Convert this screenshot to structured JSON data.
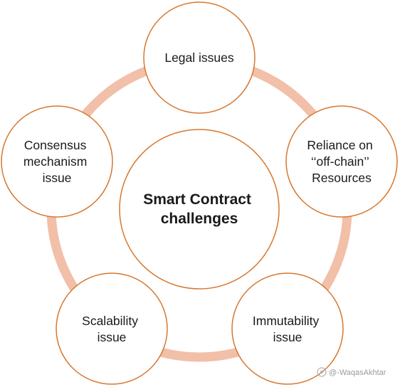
{
  "diagram": {
    "center": {
      "lines": [
        "Smart Contract",
        "challenges"
      ]
    },
    "nodes": [
      {
        "id": "legal",
        "lines": [
          "Legal issues"
        ]
      },
      {
        "id": "reliance",
        "lines": [
          "Reliance on",
          "‘‘off-chain’’",
          "Resources"
        ]
      },
      {
        "id": "immutability",
        "lines": [
          "Immutability",
          "issue"
        ]
      },
      {
        "id": "scalability",
        "lines": [
          "Scalability",
          "issue"
        ]
      },
      {
        "id": "consensus",
        "lines": [
          "Consensus",
          "mechanism",
          "issue"
        ]
      }
    ],
    "colors": {
      "circle_stroke": "#d6772f",
      "ring": "#f2bfa8",
      "fill": "#ffffff",
      "text": "#1a1a1a"
    }
  },
  "watermark": {
    "text": "@-WaqasAkhtar"
  }
}
